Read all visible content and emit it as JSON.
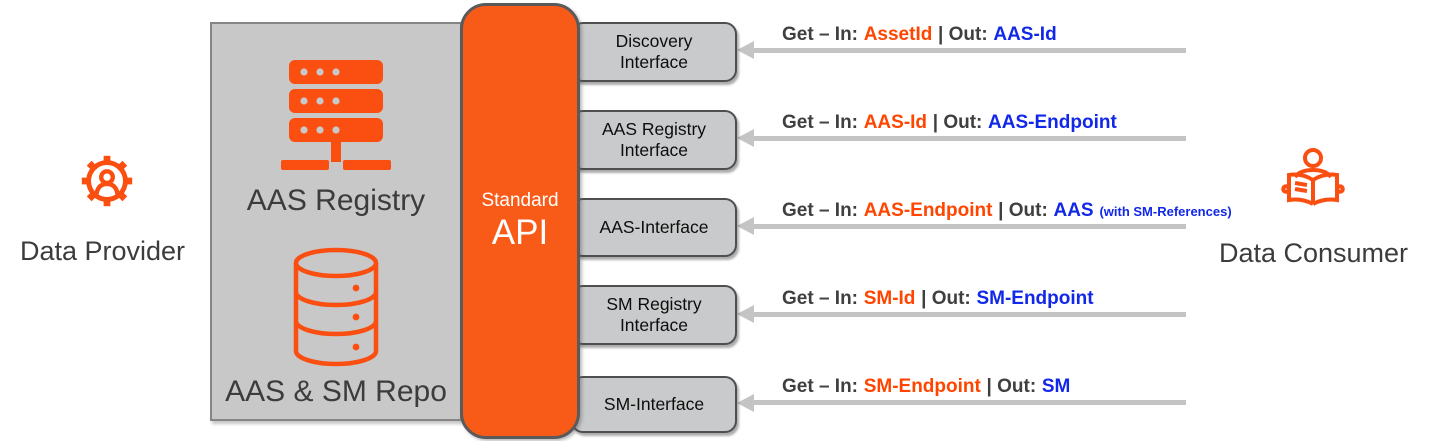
{
  "colors": {
    "bar_orange": "#F85A17",
    "icon_orange": "#FB4E11",
    "in_color": "#FF4500",
    "out_color": "#1228E8",
    "label_gray": "#3F3F3F",
    "title_gray": "#3C3C3C",
    "arrow_gray": "#C4C4C4",
    "big_box_fill": "#C8C8C8",
    "big_box_border": "#858585",
    "iface_fill": "#C9CACB",
    "iface_border": "#4F4F4F"
  },
  "provider": {
    "label": "Data Provider"
  },
  "consumer": {
    "label": "Data Consumer"
  },
  "provider_box": {
    "registry_label": "AAS Registry",
    "repo_label": "AAS & SM Repo"
  },
  "api": {
    "line1": "Standard",
    "line2": "API"
  },
  "interfaces": [
    {
      "line1": "Discovery",
      "line2": "Interface"
    },
    {
      "line1": "AAS Registry",
      "line2": "Interface"
    },
    {
      "line1": "AAS-Interface",
      "line2": ""
    },
    {
      "line1": "SM Registry",
      "line2": "Interface"
    },
    {
      "line1": "SM-Interface",
      "line2": ""
    }
  ],
  "arrows": [
    {
      "prefix": "Get – In:",
      "in": "AssetId",
      "sep": "| Out:",
      "out": "AAS-Id",
      "note": ""
    },
    {
      "prefix": "Get – In:",
      "in": "AAS-Id",
      "sep": "| Out:",
      "out": "AAS-Endpoint",
      "note": ""
    },
    {
      "prefix": "Get – In:",
      "in": "AAS-Endpoint",
      "sep": "| Out:",
      "out": "AAS",
      "note": "(with SM-References)"
    },
    {
      "prefix": "Get – In:",
      "in": "SM-Id",
      "sep": "| Out:",
      "out": "SM-Endpoint",
      "note": ""
    },
    {
      "prefix": "Get – In:",
      "in": "SM-Endpoint",
      "sep": "| Out:",
      "out": "SM",
      "note": ""
    }
  ],
  "icons": {
    "provider": "gear-person-icon",
    "registry": "server-icon",
    "repo": "database-icon",
    "consumer": "person-reading-icon",
    "arrow": "arrow-left-icon"
  }
}
